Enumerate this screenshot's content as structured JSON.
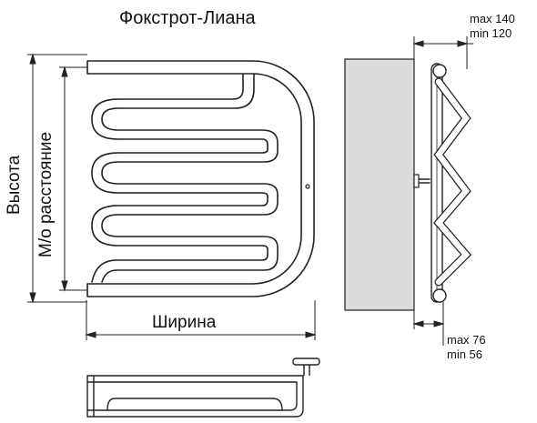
{
  "title": "Фокстрот-Лиана",
  "dimensions": {
    "height_label": "Высота",
    "center_distance_label": "М/о расстояние",
    "width_label": "Ширина"
  },
  "side_view": {
    "distance_max": "max 140",
    "distance_min": "min 120",
    "bottom_max": "max 76",
    "bottom_min": "min 56"
  },
  "colors": {
    "line": "#222222",
    "wall": "#dcdcdc"
  }
}
